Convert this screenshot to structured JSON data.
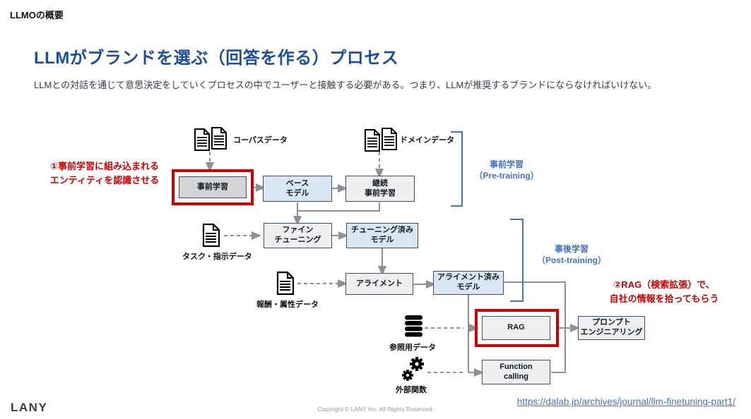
{
  "page": {
    "kicker": "LLMOの概要",
    "title": "LLMがブランドを選ぶ（回答を作る）プロセス",
    "body": "LLMとの対話を通じて意思決定をしていくプロセスの中でユーザーと接触する必要がある。つまり、LLMが推奨するブランドにならなければいけない。"
  },
  "annotations": {
    "note1": "①事前学習に組み込まれる\nエンティティを認識させる",
    "note2": "②RAG（検索拡張）で、\n自社の情報を拾ってもらう"
  },
  "phases": {
    "pretraining": "事前学習\n（Pre-training）",
    "posttraining": "事後学習\n（Post-training）"
  },
  "nodes": {
    "pretraining": "事前学習",
    "base_model": "ベース\nモデル",
    "continued_pretraining": "継続\n事前学習",
    "fine_tuning": "ファイン\nチューニング",
    "tuned_model": "チューニング済み\nモデル",
    "alignment": "アライメント",
    "aligned_model": "アライメント済み\nモデル",
    "rag": "RAG",
    "prompt_engineering": "プロンプト\nエンジニアリング",
    "function_calling": "Function\ncalling"
  },
  "data_sources": {
    "corpus": "コーパスデータ",
    "domain": "ドメインデータ",
    "task": "タスク・指示データ",
    "reward": "報酬・属性データ",
    "reference": "参照用データ",
    "external_functions": "外部関数"
  },
  "footer": {
    "logo": "LANY",
    "copyright": "Copyright © LANY Inc. All Rights Reserved.",
    "link": "https://dalab.jp/archives/journal/llm-finetuning-part1/"
  },
  "colors": {
    "accent_red": "#cc0000",
    "accent_blue": "#4472c4",
    "title_navy": "#1d4e9c",
    "model_box_blue": "#d9e7f4",
    "process_box_gray": "#edeff1",
    "pretraining_box_gray": "#d2d4d6",
    "connector_gray": "#8c9097"
  }
}
